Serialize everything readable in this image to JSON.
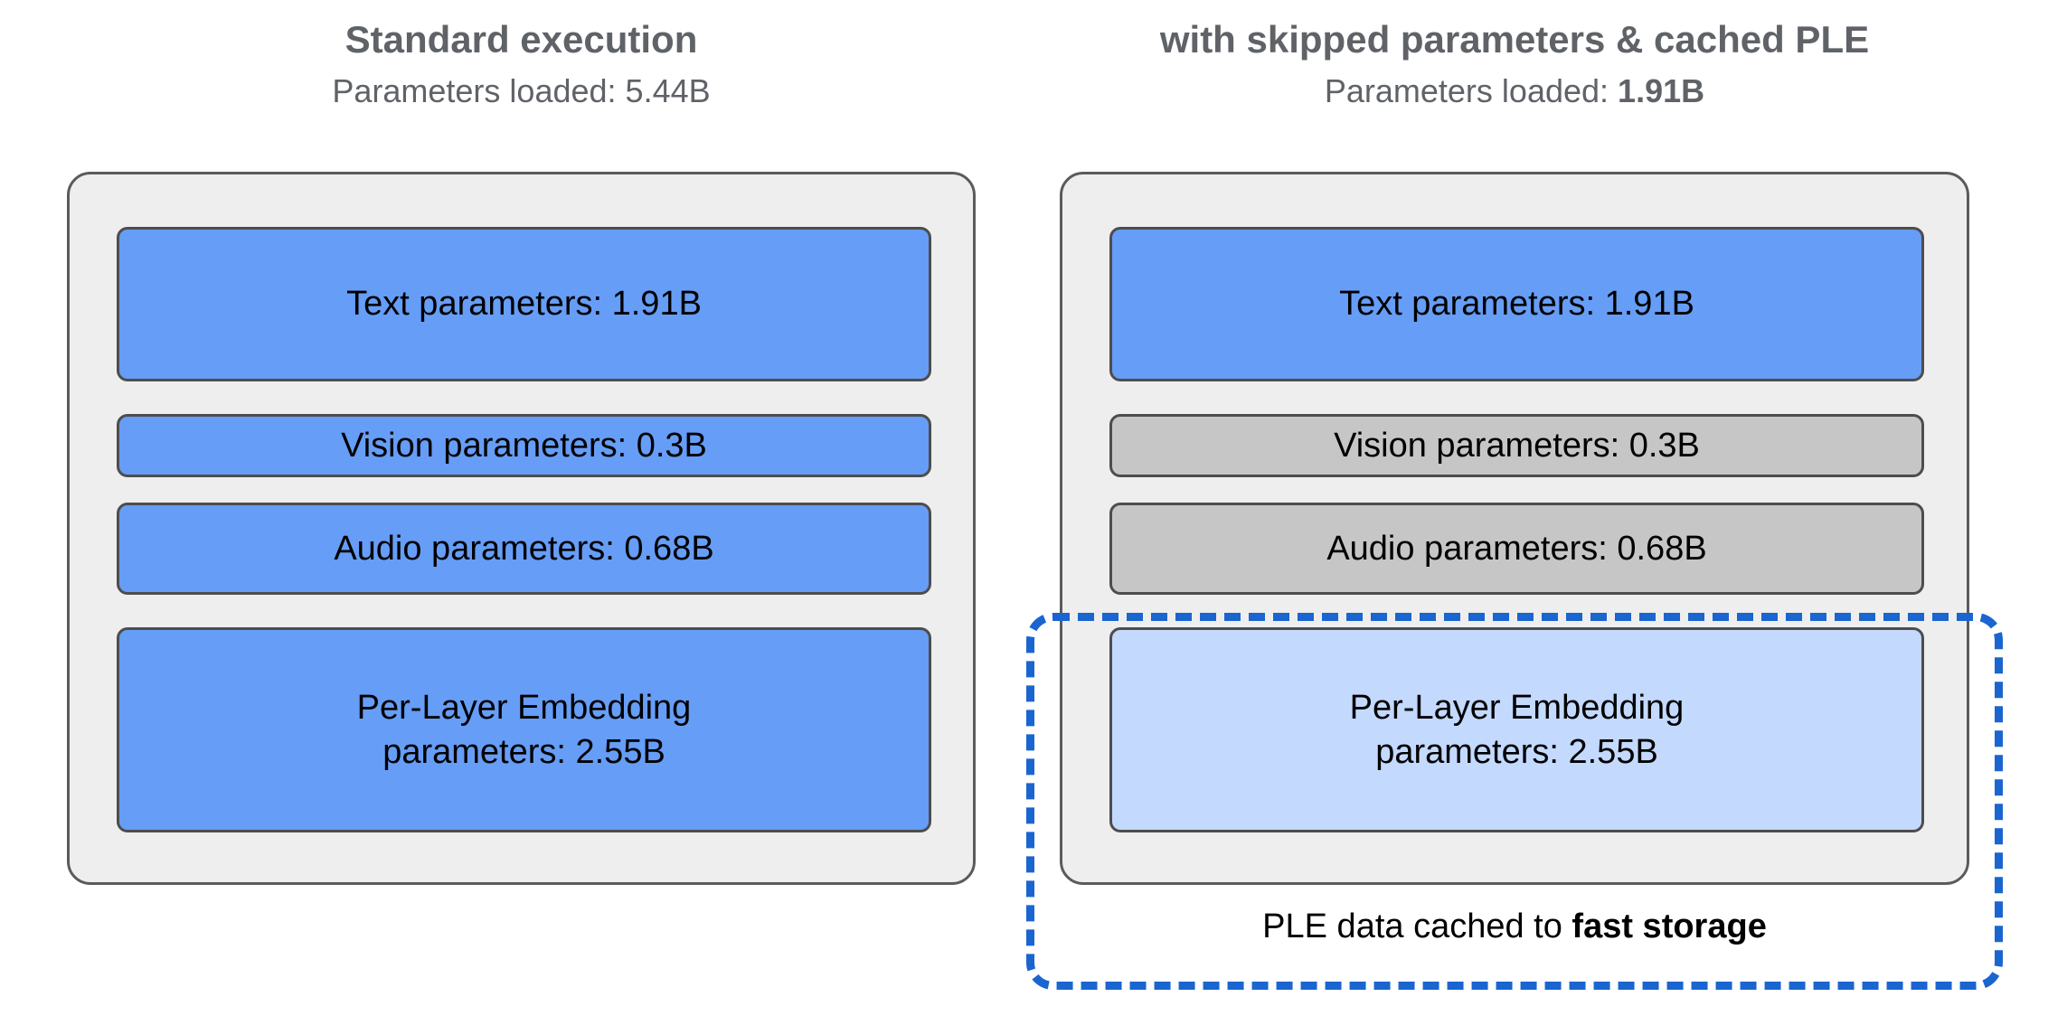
{
  "figure": {
    "type": "diagram",
    "description": "Side-by-side comparison of model parameter loading for standard execution versus execution with skipped parameters and cached Per-Layer Embeddings"
  },
  "columns": [
    {
      "id": "standard",
      "title": "Standard execution",
      "subtitle_prefix": "Parameters loaded: ",
      "subtitle_value": "5.44B",
      "subtitle_value_bold": false,
      "blocks": [
        {
          "label": "Text parameters: 1.91B",
          "value": "1.91B",
          "state": "loaded",
          "color": "#669df6"
        },
        {
          "label": "Vision parameters: 0.3B",
          "value": "0.3B",
          "state": "loaded",
          "color": "#669df6"
        },
        {
          "label": "Audio parameters: 0.68B",
          "value": "0.68B",
          "state": "loaded",
          "color": "#669df6"
        },
        {
          "label": "Per-Layer Embedding parameters: 2.55B",
          "line1": "Per-Layer Embedding",
          "line2": "parameters: 2.55B",
          "value": "2.55B",
          "state": "loaded",
          "color": "#669df6"
        }
      ]
    },
    {
      "id": "optimized",
      "title": "with skipped parameters & cached PLE",
      "subtitle_prefix": "Parameters loaded: ",
      "subtitle_value": "1.91B",
      "subtitle_value_bold": true,
      "blocks": [
        {
          "label": "Text parameters: 1.91B",
          "value": "1.91B",
          "state": "loaded",
          "color": "#669df6"
        },
        {
          "label": "Vision parameters: 0.3B",
          "value": "0.3B",
          "state": "skipped",
          "color": "#c6c6c6"
        },
        {
          "label": "Audio parameters: 0.68B",
          "value": "0.68B",
          "state": "skipped",
          "color": "#c6c6c6"
        },
        {
          "label": "Per-Layer Embedding parameters: 2.55B",
          "line1": "Per-Layer Embedding",
          "line2": "parameters: 2.55B",
          "value": "2.55B",
          "state": "cached",
          "color": "#c3d9fd"
        }
      ],
      "cache_region": {
        "caption_prefix": "PLE data cached to ",
        "caption_emphasis": "fast storage",
        "border_color": "#1a65d0",
        "border_style": "dashed"
      }
    }
  ],
  "colors": {
    "loaded_blue": "#669df6",
    "skipped_grey": "#c6c6c6",
    "cached_light_blue": "#c3d9fd",
    "panel_background": "#eeeeee",
    "panel_border": "#5b5b5b",
    "box_border": "#4d4d4d",
    "header_text": "#5f6368",
    "dash_blue": "#1a65d0",
    "body_text": "#000000"
  }
}
